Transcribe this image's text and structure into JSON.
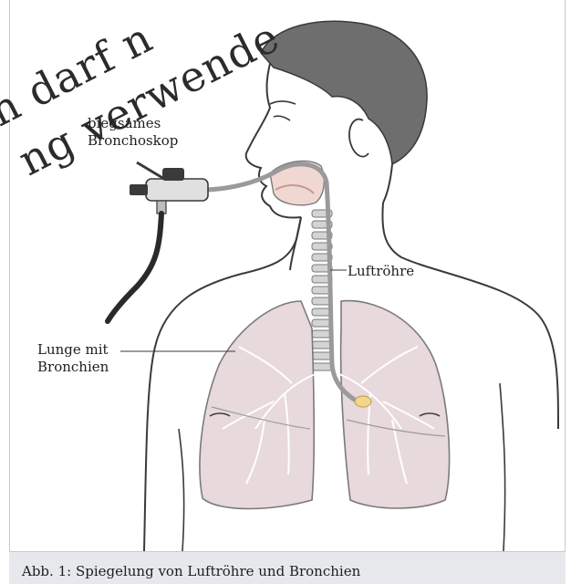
{
  "watermark": {
    "line1": "n darf n",
    "line2": "ng verwende"
  },
  "labels": {
    "bronchoskop": [
      "biegsames",
      "Bronchoskop"
    ],
    "luftroehre": "Luftröhre",
    "lunge": [
      "Lunge mit",
      "Bronchien"
    ]
  },
  "caption": "Abb. 1: Spiegelung von Luftröhre und Bronchien",
  "colors": {
    "skin_outline": "#3a3a3a",
    "hair": "#6e6e6e",
    "lung_fill": "#e8d9dc",
    "trachea": "#bdbdbd",
    "bronchoscope": "#9a9a9a",
    "cable": "#2a2a2a",
    "camera_tip": "#f2d68a",
    "caption_bg": "#e6e8ec"
  }
}
